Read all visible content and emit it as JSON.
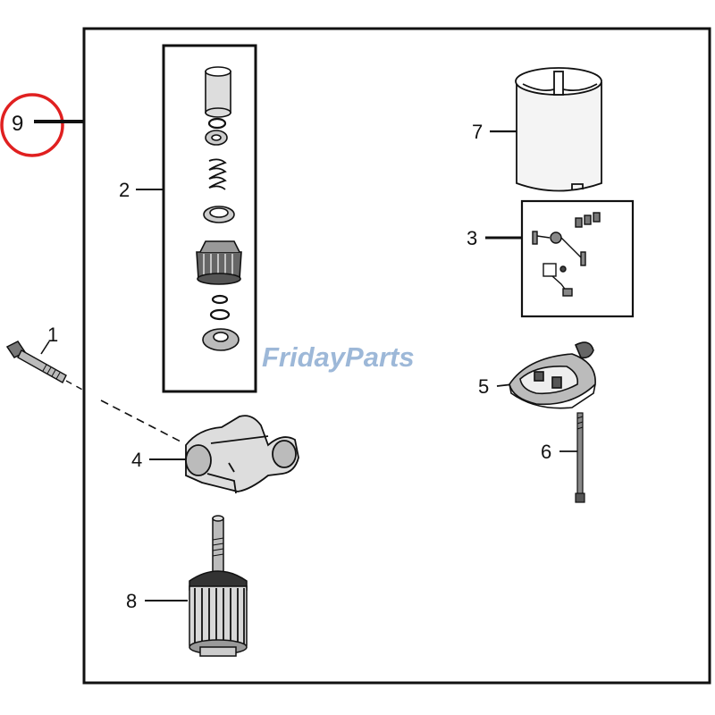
{
  "watermark": {
    "text_a": "Friday",
    "text_b": "Parts",
    "color": "#9db8d8"
  },
  "highlight": {
    "part": "9",
    "color": "#e02020"
  },
  "parts": {
    "p1": {
      "number": "1",
      "icon": "bolt-icon"
    },
    "p2": {
      "number": "2",
      "icon": "drive-assembly-icon"
    },
    "p3": {
      "number": "3",
      "icon": "brush-kit-icon"
    },
    "p4": {
      "number": "4",
      "icon": "bracket-icon"
    },
    "p5": {
      "number": "5",
      "icon": "end-cap-icon"
    },
    "p6": {
      "number": "6",
      "icon": "through-bolt-icon"
    },
    "p7": {
      "number": "7",
      "icon": "housing-icon"
    },
    "p8": {
      "number": "8",
      "icon": "armature-icon"
    },
    "p9": {
      "number": "9",
      "icon": "starter-assembly-icon"
    }
  }
}
